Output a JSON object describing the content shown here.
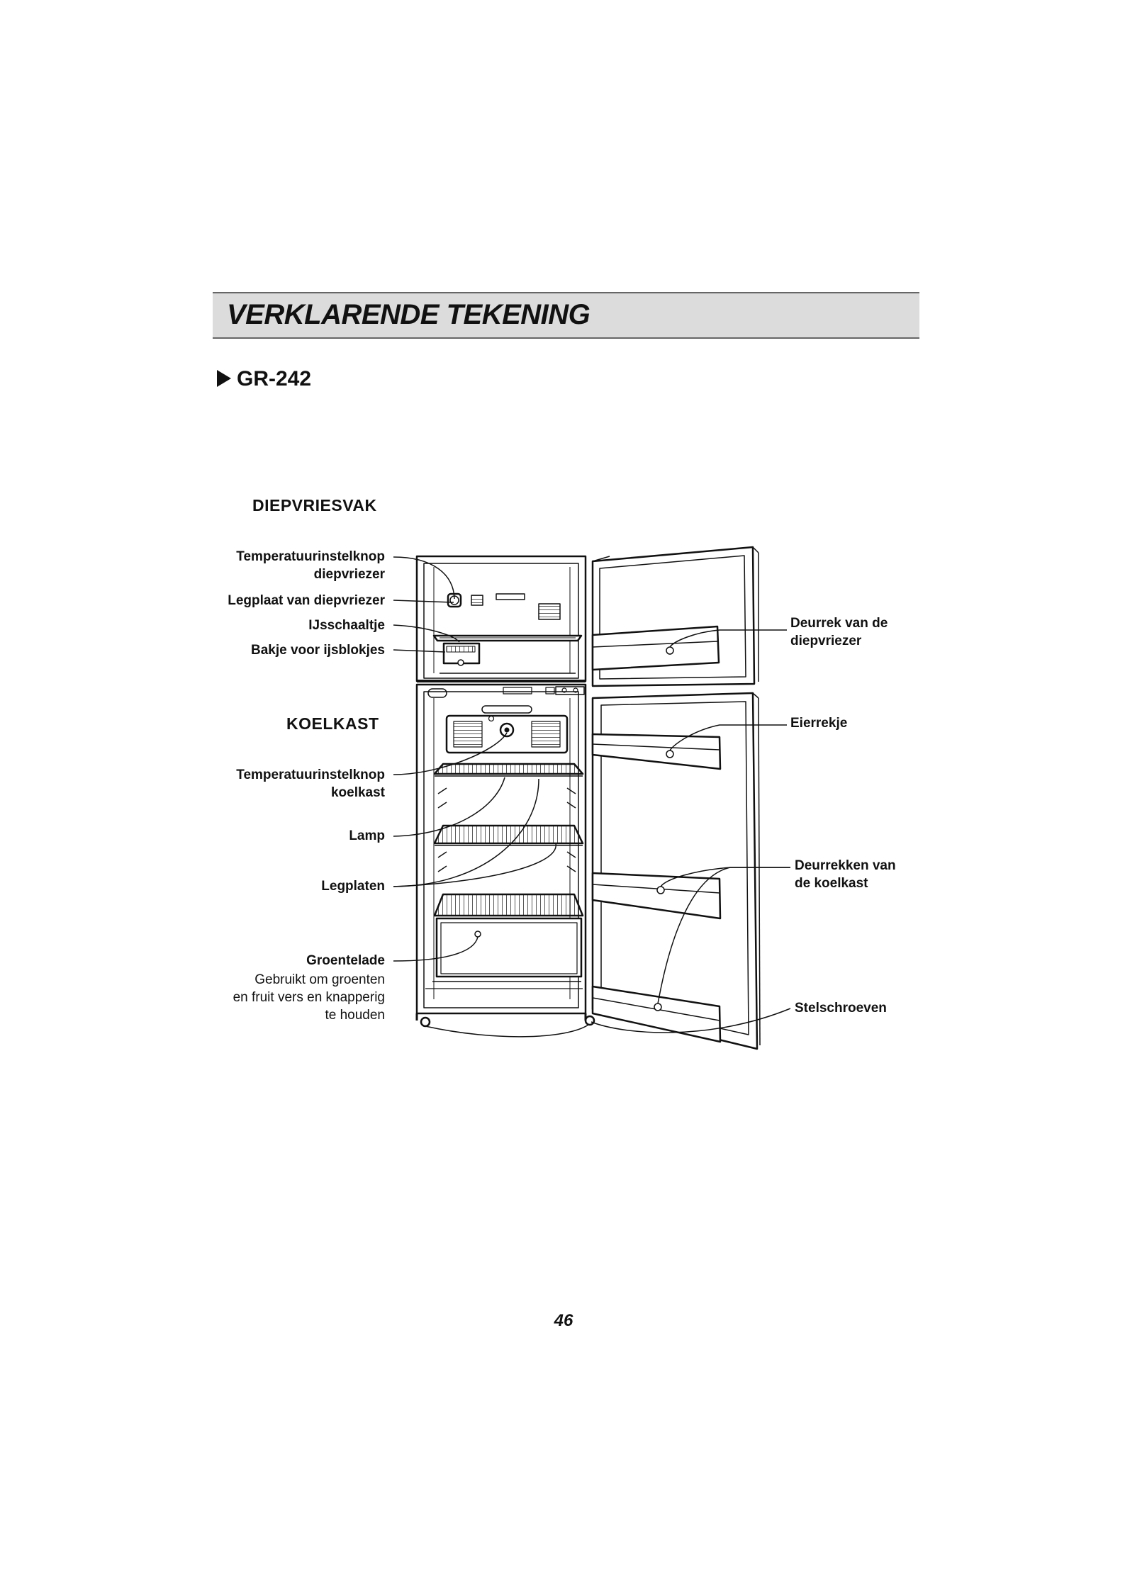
{
  "title": "VERKLARENDE TEKENING",
  "model": "GR-242",
  "sections": {
    "freezer": "DIEPVRIESVAK",
    "fridge": "KOELKAST"
  },
  "labels_left": {
    "freezer_temp_l1": "Temperatuurinstelknop",
    "freezer_temp_l2": "diepvriezer",
    "freezer_shelf": "Legplaat van diepvriezer",
    "ice_tray": "IJsschaaltje",
    "ice_bin": "Bakje voor ijsblokjes",
    "fridge_temp_l1": "Temperatuurinstelknop",
    "fridge_temp_l2": "koelkast",
    "lamp": "Lamp",
    "shelves": "Legplaten",
    "crisper": "Groentelade",
    "crisper_desc_l1": "Gebruikt om groenten",
    "crisper_desc_l2": "en fruit vers en knapperig",
    "crisper_desc_l3": "te houden"
  },
  "labels_right": {
    "freezer_door_l1": "Deurrek van de",
    "freezer_door_l2": "diepvriezer",
    "egg_rack": "Eierrekje",
    "fridge_door_l1": "Deurrekken van",
    "fridge_door_l2": "de koelkast",
    "level_screws": "Stelschroeven"
  },
  "page_number": "46"
}
